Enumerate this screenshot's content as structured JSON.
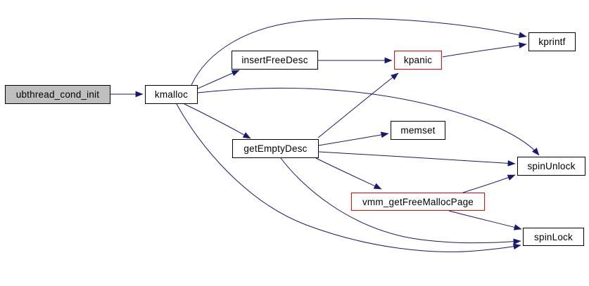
{
  "diagram": {
    "type": "call-graph",
    "root_function": "ubthread_cond_init",
    "colors": {
      "background": "#ffffff",
      "edge": "#191970",
      "node_border": "#000000",
      "node_fill": "#ffffff",
      "highlight_fill": "#bfbfbf",
      "alert_border": "#ff0000",
      "text": "#000000"
    },
    "nodes": [
      {
        "id": "ubthread_cond_init",
        "label": "ubthread_cond_init",
        "style": "highlighted"
      },
      {
        "id": "kmalloc",
        "label": "kmalloc",
        "style": "normal"
      },
      {
        "id": "insertFreeDesc",
        "label": "insertFreeDesc",
        "style": "normal"
      },
      {
        "id": "kpanic",
        "label": "kpanic",
        "style": "red"
      },
      {
        "id": "kprintf",
        "label": "kprintf",
        "style": "normal"
      },
      {
        "id": "getEmptyDesc",
        "label": "getEmptyDesc",
        "style": "normal"
      },
      {
        "id": "memset",
        "label": "memset",
        "style": "normal"
      },
      {
        "id": "spinUnlock",
        "label": "spinUnlock",
        "style": "normal"
      },
      {
        "id": "vmm_getFreeMallocPage",
        "label": "vmm_getFreeMallocPage",
        "style": "red"
      },
      {
        "id": "spinLock",
        "label": "spinLock",
        "style": "normal"
      }
    ],
    "edges": [
      {
        "from": "ubthread_cond_init",
        "to": "kmalloc"
      },
      {
        "from": "kmalloc",
        "to": "insertFreeDesc"
      },
      {
        "from": "kmalloc",
        "to": "kprintf"
      },
      {
        "from": "kmalloc",
        "to": "getEmptyDesc"
      },
      {
        "from": "kmalloc",
        "to": "spinUnlock"
      },
      {
        "from": "kmalloc",
        "to": "spinLock"
      },
      {
        "from": "insertFreeDesc",
        "to": "kpanic"
      },
      {
        "from": "kpanic",
        "to": "kprintf"
      },
      {
        "from": "getEmptyDesc",
        "to": "kpanic"
      },
      {
        "from": "getEmptyDesc",
        "to": "memset"
      },
      {
        "from": "getEmptyDesc",
        "to": "spinUnlock"
      },
      {
        "from": "getEmptyDesc",
        "to": "vmm_getFreeMallocPage"
      },
      {
        "from": "getEmptyDesc",
        "to": "spinLock"
      },
      {
        "from": "vmm_getFreeMallocPage",
        "to": "spinUnlock"
      },
      {
        "from": "vmm_getFreeMallocPage",
        "to": "spinLock"
      }
    ]
  }
}
